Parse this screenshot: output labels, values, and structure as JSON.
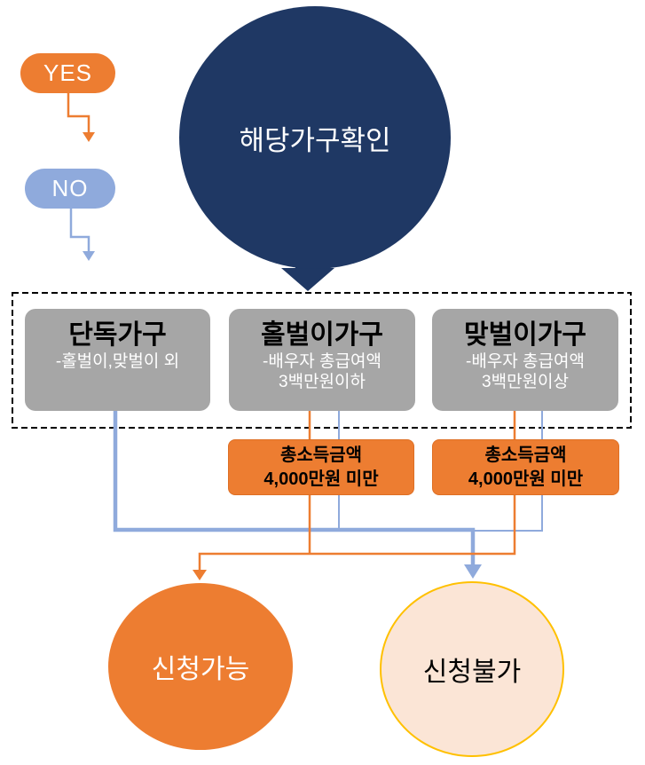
{
  "palette": {
    "orange": "#ED7D31",
    "light_blue": "#8FAADC",
    "navy": "#1F3864",
    "gray": "#A6A6A6",
    "peach_fill": "#FBE5D6",
    "gold_border": "#FFC000"
  },
  "decision_badges": {
    "yes": "YES",
    "no": "NO"
  },
  "root": {
    "label": "해당가구확인"
  },
  "household_types": [
    {
      "title": "단독가구",
      "sub1": "-홀벌이,맞벌이 외",
      "sub2": ""
    },
    {
      "title": "홀벌이가구",
      "sub1": "-배우자 총급여액",
      "sub2": "3백만원이하"
    },
    {
      "title": "맞벌이가구",
      "sub1": "-배우자 총급여액",
      "sub2": "3백만원이상"
    }
  ],
  "income_conditions": [
    {
      "line1": "총소득금액",
      "line2": "4,000만원 미만"
    },
    {
      "line1": "총소득금액",
      "line2": "4,000만원 미만"
    }
  ],
  "outcomes": {
    "eligible": "신청가능",
    "ineligible": "신청불가"
  }
}
